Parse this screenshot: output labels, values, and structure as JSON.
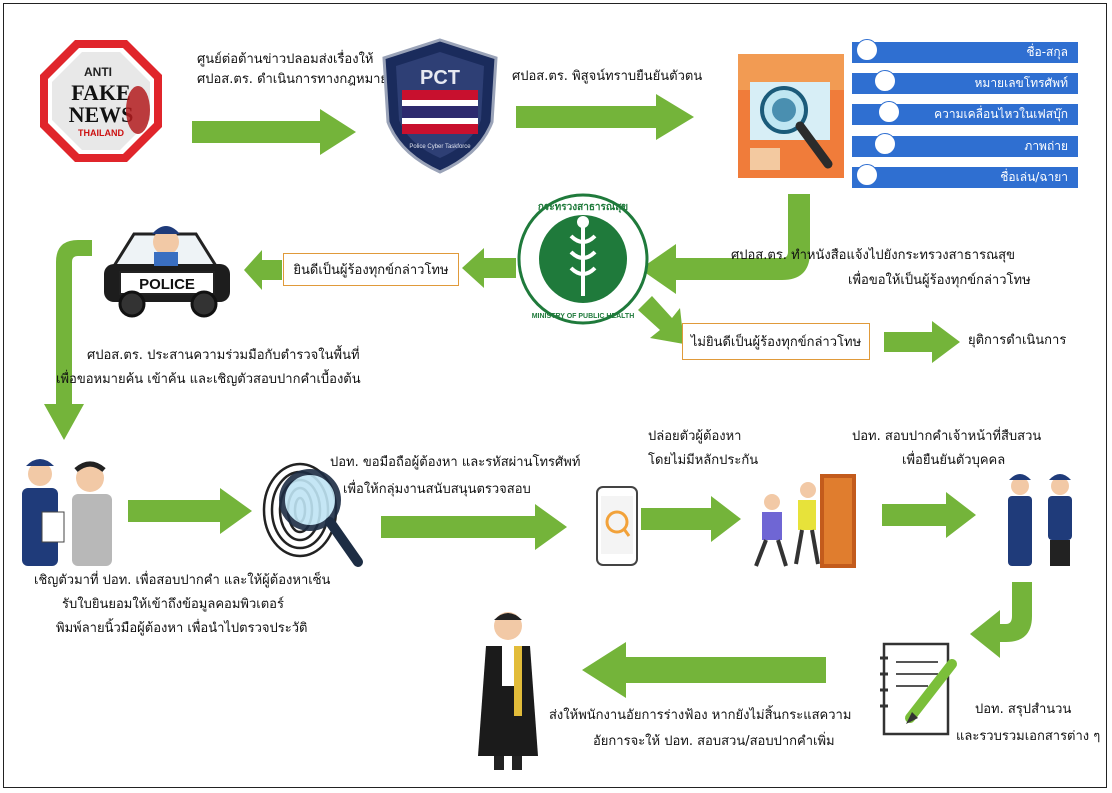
{
  "colors": {
    "arrow_green": "#74b43a",
    "box_orange": "#e09a3a",
    "list_blue": "#2f6fd1",
    "ministry_green": "#1f7a3b"
  },
  "step1": {
    "logo_line1": "ANTI",
    "logo_line2": "FAKE",
    "logo_line3": "NEWS",
    "logo_line4": "THAILAND",
    "caption_line1": "ศูนย์ต่อต้านข่าวปลอมส่งเรื่องให้",
    "caption_line2": "ศปอส.ตร. ดำเนินการทางกฎหมาย"
  },
  "step2": {
    "badge_text": "PCT",
    "badge_arc": "Police Cyber Taskforce",
    "caption": "ศปอส.ตร. พิสูจน์ทราบยืนยันตัวตน"
  },
  "identity_list": [
    "ชื่อ-สกุล",
    "หมายเลขโทรศัพท์",
    "ความเคลื่อนไหวในเฟสบุ๊ก",
    "ภาพถ่าย",
    "ชื่อเล่น/ฉายา"
  ],
  "step3": {
    "caption_line1": "ศปอส.ตร. ทำหนังสือแจ้งไปยังกระทรวงสาธารณสุข",
    "caption_line2": "เพื่อขอให้เป็นผู้ร้องทุกข์กล่าวโทษ",
    "ministry_top": "กระทรวงสาธารณสุข",
    "ministry_bottom": "MINISTRY OF PUBLIC HEALTH"
  },
  "branch": {
    "willing": "ยินดีเป็นผู้ร้องทุกข์กล่าวโทษ",
    "unwilling": "ไม่ยินดีเป็นผู้ร้องทุกข์กล่าวโทษ",
    "stop": "ยุติการดำเนินการ"
  },
  "step4": {
    "car_label": "POLICE",
    "caption_line1": "ศปอส.ตร. ประสานความร่วมมือกับตำรวจในพื้นที่",
    "caption_line2": "เพื่อขอหมายค้น เข้าค้น และเชิญตัวสอบปากคำเบื้องต้น"
  },
  "step5": {
    "caption_line1": "เชิญตัวมาที่ ปอท. เพื่อสอบปากคำ และให้ผู้ต้องหาเซ็น",
    "caption_line2": "รับใบยินยอมให้เข้าถึงข้อมูลคอมพิวเตอร์",
    "caption_line3": "พิมพ์ลายนิ้วมือผู้ต้องหา เพื่อนำไปตรวจประวัติ"
  },
  "step6": {
    "caption_line1": "ปอท. ขอมือถือผู้ต้องหา และรหัสผ่านโทรศัพท์",
    "caption_line2": "เพื่อให้กลุ่มงานสนับสนุนตรวจสอบ"
  },
  "step7": {
    "caption_line1": "ปล่อยตัวผู้ต้องหา",
    "caption_line2": "โดยไม่มีหลักประกัน"
  },
  "step8": {
    "caption_line1": "ปอท. สอบปากคำเจ้าหน้าที่สืบสวน",
    "caption_line2": "เพื่อยืนยันตัวบุคคล"
  },
  "step9": {
    "caption_line1": "ปอท. สรุปสำนวน",
    "caption_line2": "และรวบรวมเอกสารต่าง ๆ"
  },
  "step10": {
    "caption_line1": "ส่งให้พนักงานอัยการร่างฟ้อง หากยังไม่สิ้นกระแสความ",
    "caption_line2": "อัยการจะให้ ปอท. สอบสวน/สอบปากคำเพิ่ม"
  }
}
